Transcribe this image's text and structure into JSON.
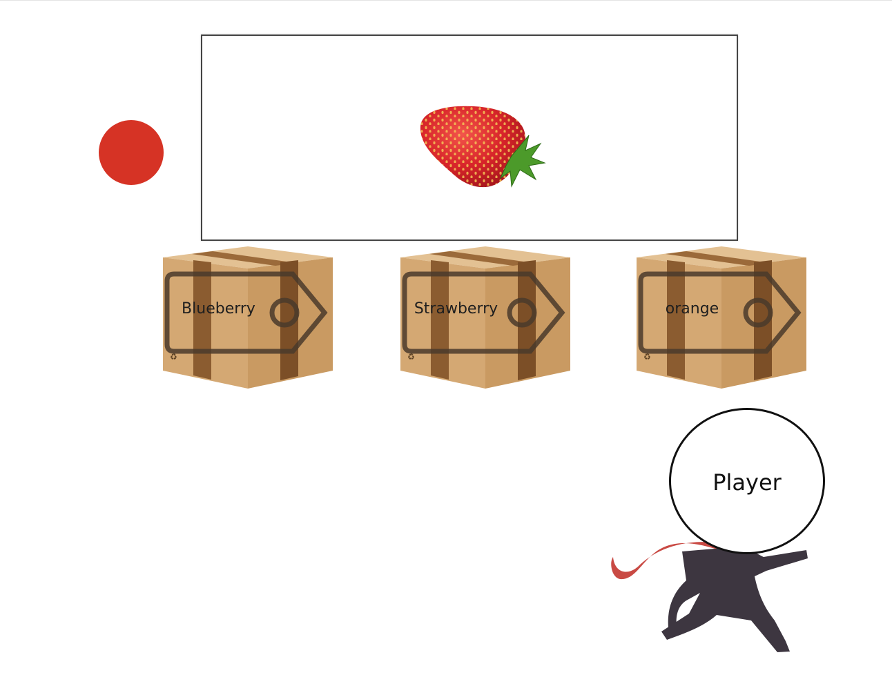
{
  "scene": {
    "display": {
      "fruit_icon": "strawberry"
    },
    "status": {
      "color": "#d63325"
    },
    "boxes": [
      {
        "label": "Blueberry",
        "icon": "cardboard-box-with-tag"
      },
      {
        "label": "Strawberry",
        "icon": "cardboard-box-with-tag"
      },
      {
        "label": "orange",
        "icon": "cardboard-box-with-tag"
      }
    ],
    "player": {
      "label": "Player",
      "icon": "running-ninja"
    }
  }
}
